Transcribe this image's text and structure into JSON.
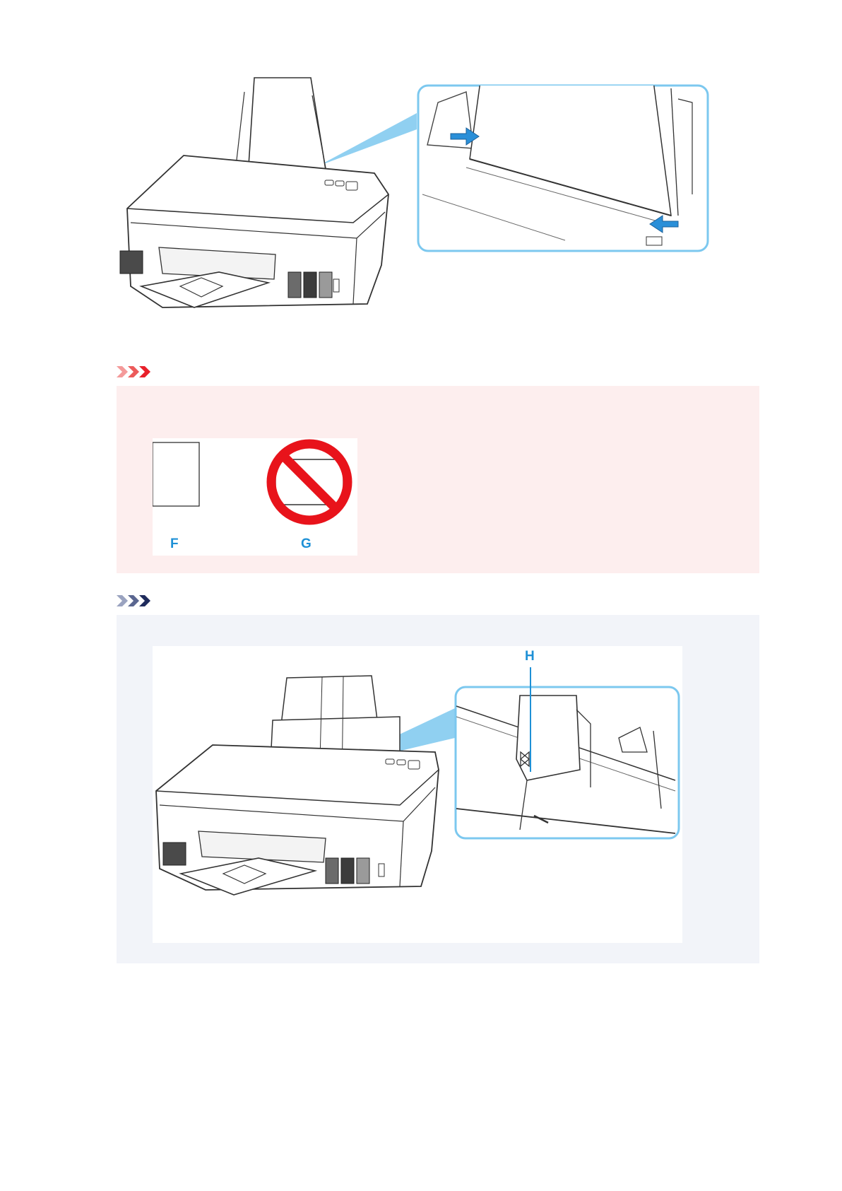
{
  "important": {
    "figure": {
      "label_f": "F",
      "label_g": "G"
    }
  },
  "note": {
    "figure": {
      "label_h": "H"
    }
  },
  "colors": {
    "important_accent": "#e8202a",
    "note_accent": "#1f2b5c",
    "callout_blue": "#1e90d6",
    "arrow_blue": "#2a8fd8",
    "important_bg": "#fdeeee",
    "note_bg": "#f2f4f9"
  },
  "icons": {
    "important": "triple-chevron-red-icon",
    "note": "triple-chevron-navy-icon"
  }
}
